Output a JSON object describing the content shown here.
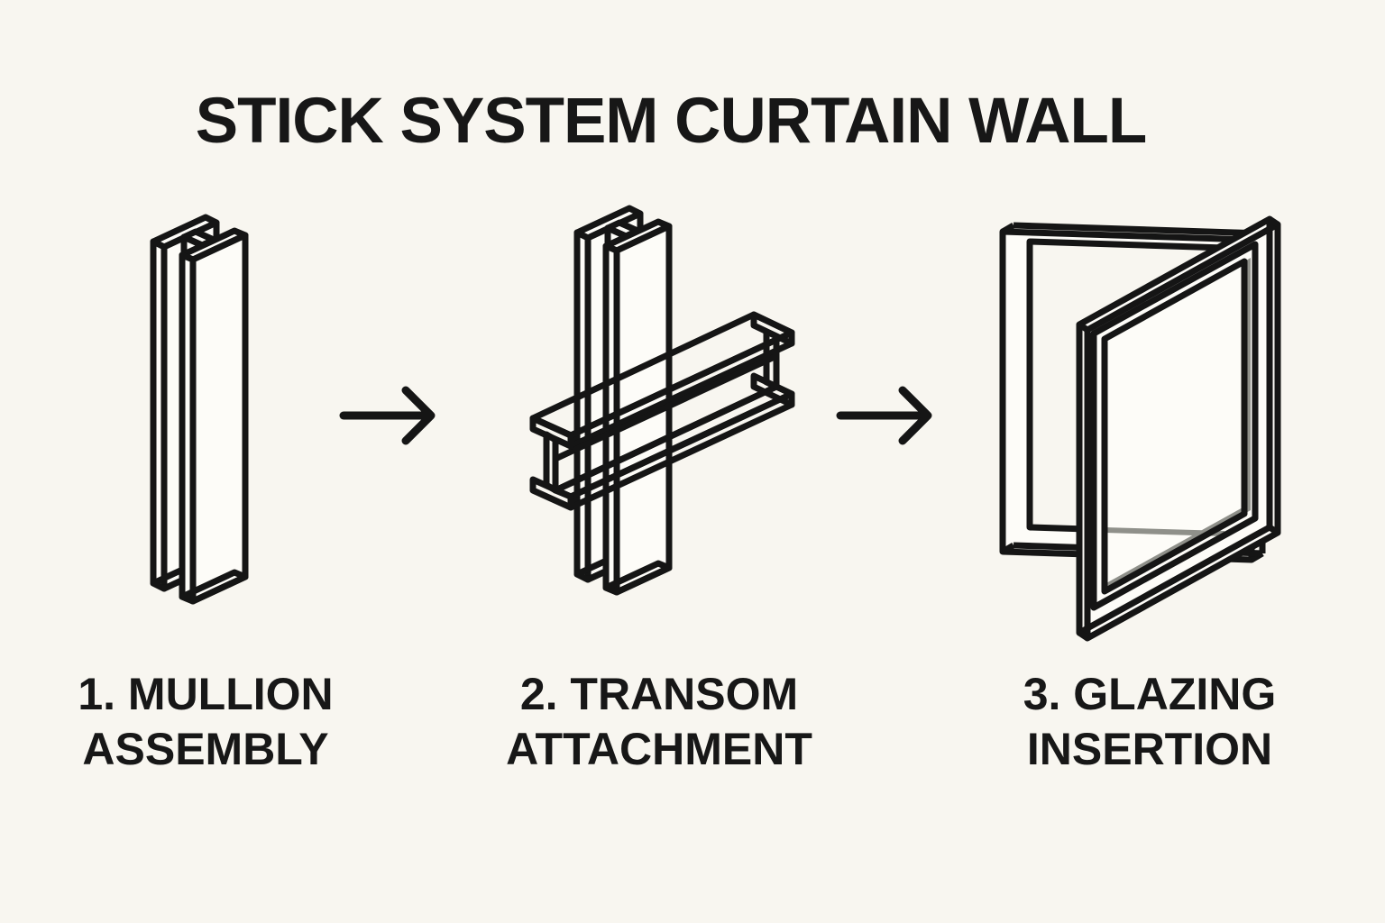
{
  "title": "STICK SYSTEM CURTAIN WALL",
  "steps": [
    {
      "index": 1,
      "line1": "1. MULLION",
      "line2": "ASSEMBLY",
      "caption": "1. MULLION ASSEMBLY",
      "illustration": "isometric-mullion-profile-icon"
    },
    {
      "index": 2,
      "line1": "2. TRANSOM",
      "line2": "ATTACHMENT",
      "caption": "2. TRANSOM ATTACHMENT",
      "illustration": "mullion-with-transom-beam-icon"
    },
    {
      "index": 3,
      "line1": "3. GLAZING",
      "line2": "INSERTION",
      "caption": "3. GLAZING INSERTION",
      "illustration": "frame-with-glass-panel-icon"
    }
  ],
  "arrows": [
    {
      "icon": "right-arrow-icon"
    },
    {
      "icon": "right-arrow-icon"
    }
  ],
  "colors": {
    "background": "#f8f6f0",
    "line": "#151515",
    "text": "#171717",
    "face": "#fdfcf8",
    "glass_gray": "#8f908a"
  }
}
